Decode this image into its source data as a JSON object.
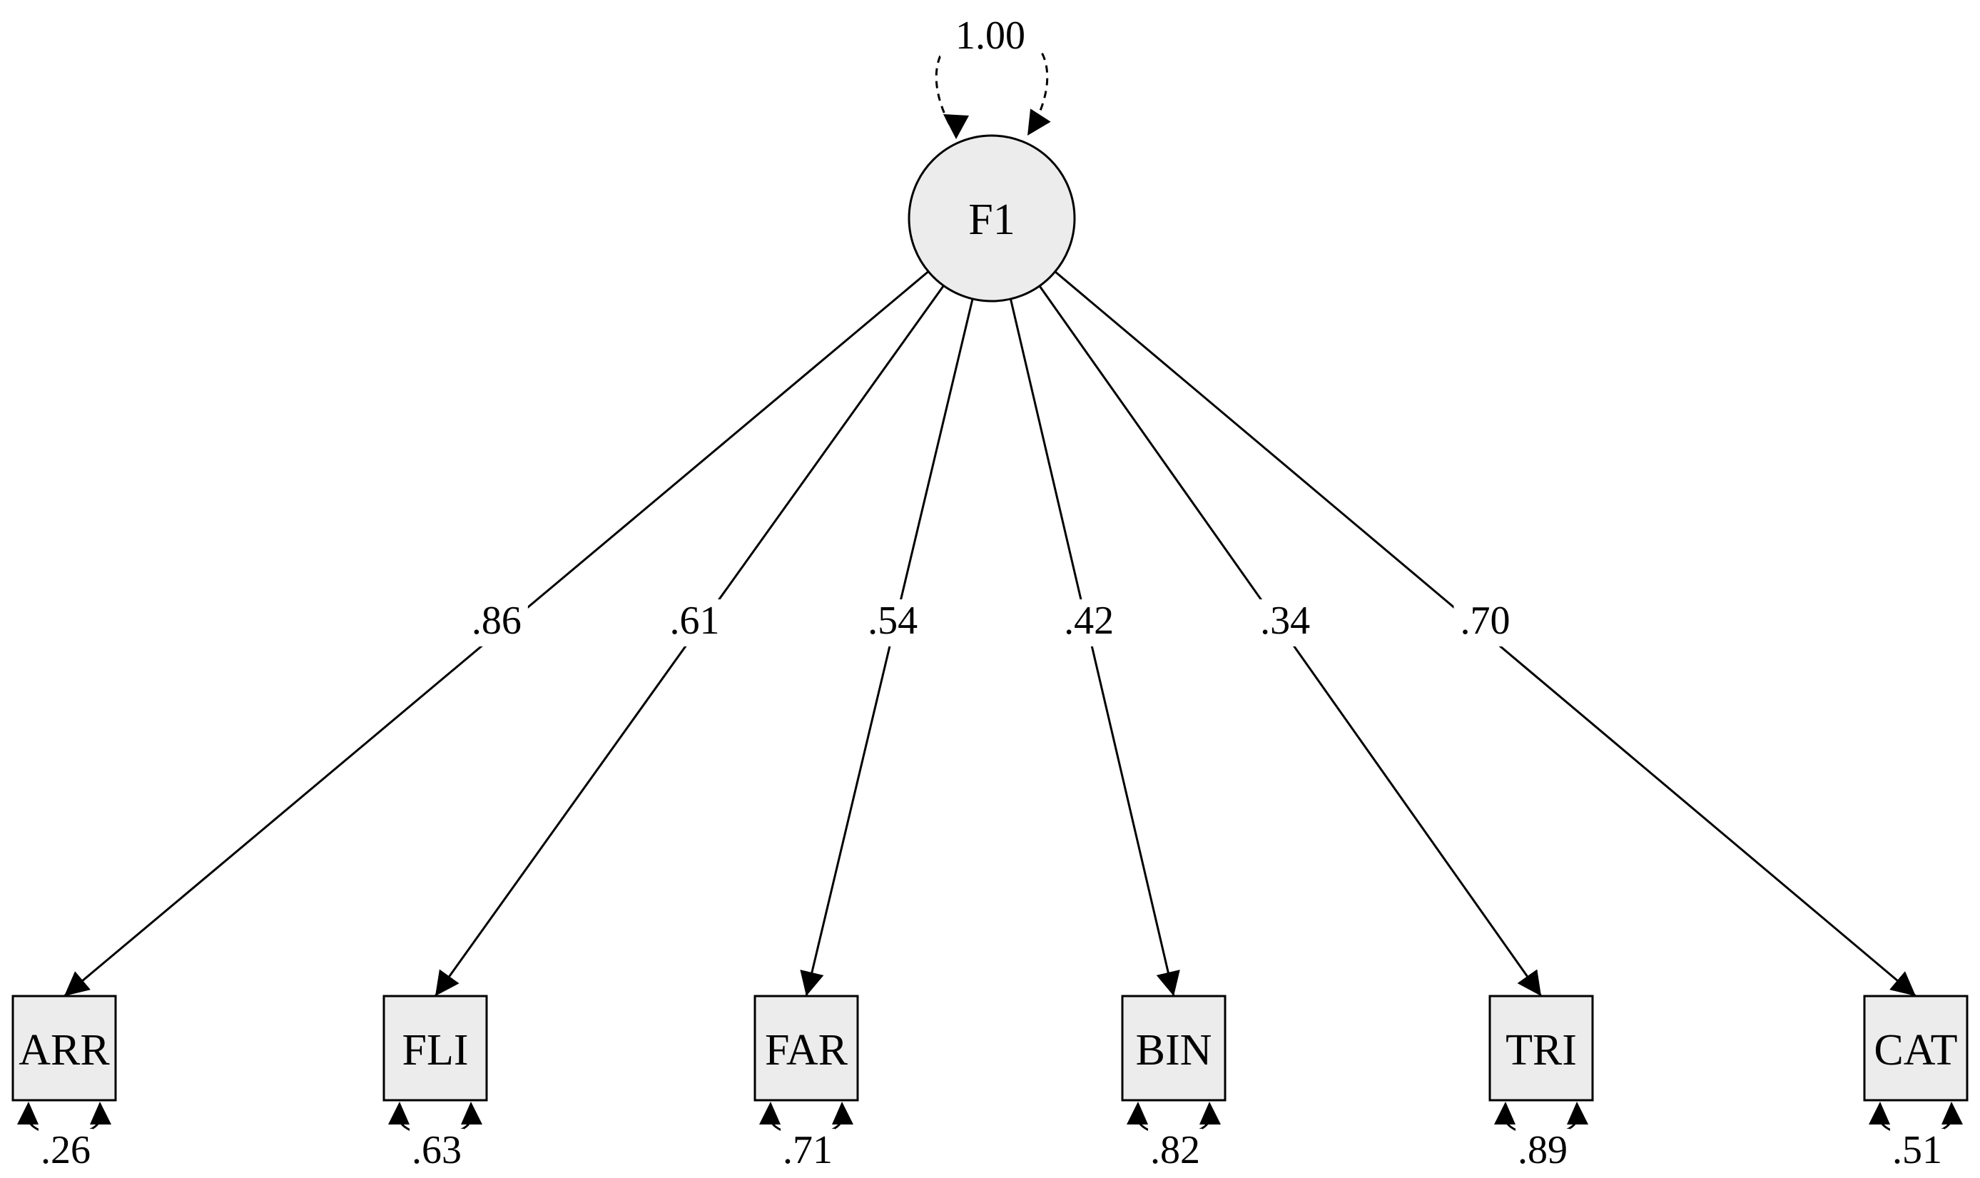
{
  "latent": {
    "name": "F1",
    "variance": "1.00"
  },
  "indicators": [
    {
      "name": "ARR",
      "loading": ".86",
      "residual": ".26"
    },
    {
      "name": "FLI",
      "loading": ".61",
      "residual": ".63"
    },
    {
      "name": "FAR",
      "loading": ".54",
      "residual": ".71"
    },
    {
      "name": "BIN",
      "loading": ".42",
      "residual": ".82"
    },
    {
      "name": "TRI",
      "loading": ".34",
      "residual": ".89"
    },
    {
      "name": "CAT",
      "loading": ".70",
      "residual": ".51"
    }
  ],
  "colors": {
    "node_fill": "#ececec",
    "stroke": "#000000",
    "background": "#ffffff"
  }
}
